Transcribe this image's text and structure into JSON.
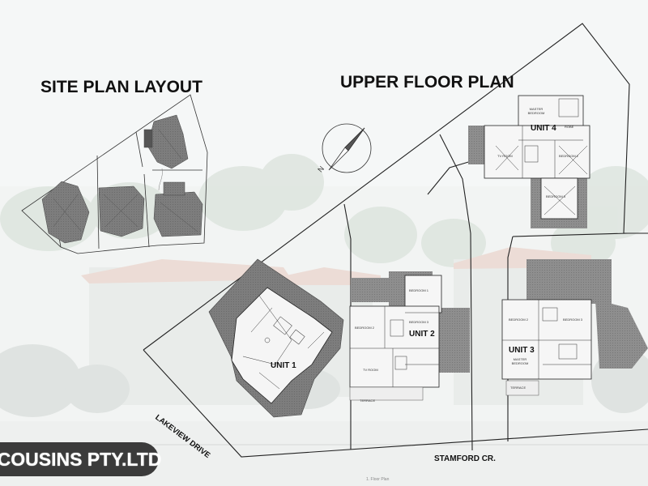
{
  "titles": {
    "site_plan": "SITE PLAN LAYOUT",
    "upper_floor": "UPPER FLOOR PLAN"
  },
  "units": {
    "unit1": "UNIT 1",
    "unit2": "UNIT 2",
    "unit3": "UNIT 3",
    "unit4": "UNIT 4"
  },
  "rooms": {
    "unit4_master": "MASTER BEDROOM",
    "unit4_robe": "ROBE",
    "unit4_tv": "TV ROOM",
    "unit4_bed2": "BEDROOM 2",
    "unit4_bed3": "BEDROOM 3",
    "unit2_bed1": "BEDROOM 1",
    "unit2_bed2": "BEDROOM 2",
    "unit2_bed3": "BEDROOM 3",
    "unit2_tv": "TV ROOM",
    "unit2_terrace": "TERRACE",
    "unit3_bed2": "BEDROOM 2",
    "unit3_bed3": "BEDROOM 3",
    "unit3_master": "MASTER BEDROOM",
    "unit3_terrace": "TERRACE"
  },
  "streets": {
    "lakeview": "LAKEVIEW DRIVE",
    "stamford": "STAMFORD CR."
  },
  "brand": {
    "logo_text": "COUSINS PTY.LTD"
  },
  "footer": {
    "label": "1. Floor Plan"
  },
  "colors": {
    "roof": "#7c7c7c",
    "line": "#222222",
    "floor": "#f6f6f6",
    "background": "#f3f5f4",
    "logo_bg": "#3b3b3b"
  }
}
